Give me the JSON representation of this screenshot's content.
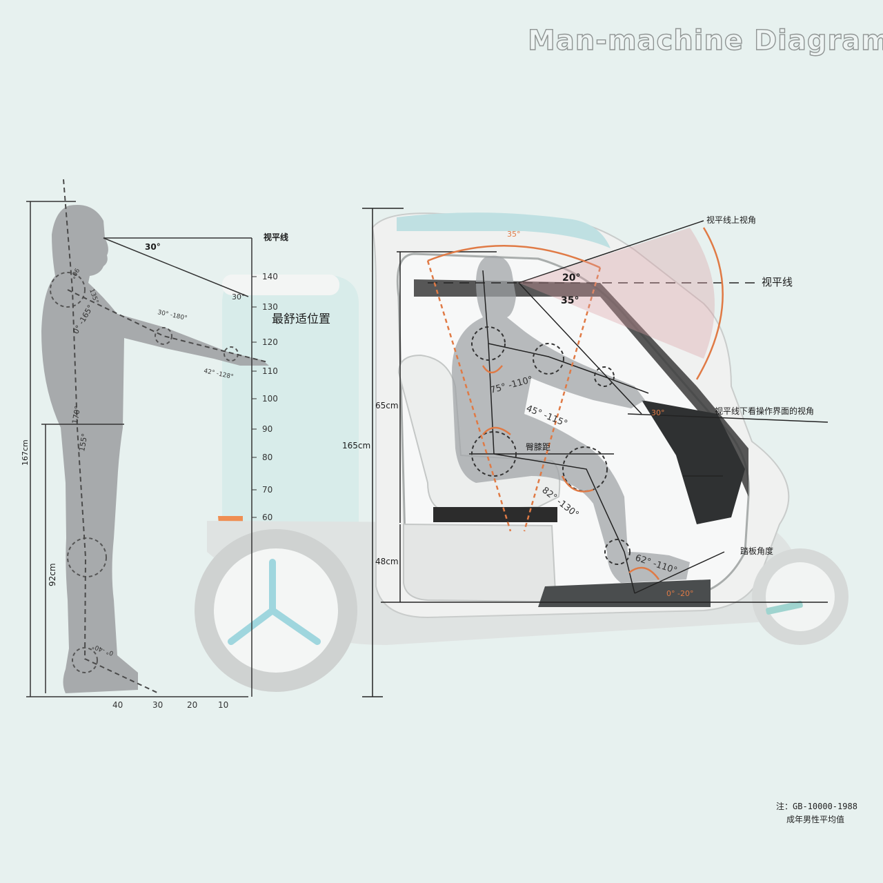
{
  "title": "Man-machine Diagram",
  "standing": {
    "eye_line_label": "视平线",
    "angle_top": "30°",
    "angle_small": "30°",
    "comfort_label": "最舒适位置",
    "height_total": "167cm",
    "height_leg": "92cm",
    "shoulder_angle": "0° -165°",
    "elbow_angle": "30° -180°",
    "wrist_angle": "42° -128°",
    "neck_angle": "135°",
    "head_angle": "90°",
    "hip_angle": "170°",
    "knee_angle": "155°",
    "ankle_angle": "0° -40°",
    "scale_ticks": [
      "140",
      "130",
      "120",
      "110",
      "100",
      "90",
      "80",
      "70",
      "60"
    ],
    "floor_ticks": [
      "40",
      "30",
      "20",
      "10"
    ]
  },
  "seated": {
    "upper_view_label": "视平线上视角",
    "eye_line_label": "视平线",
    "lower_view_label": "视平线下看操作界面的视角",
    "pedal_label": "踏板角度",
    "knee_dist_label": "臀膝距",
    "angle_35_top": "35°",
    "angle_20": "20°",
    "angle_35": "35°",
    "angle_30": "30°",
    "elbow_angle": "75° -110°",
    "hip_angle": "45° -115°",
    "knee_angle": "82° -130°",
    "ankle_angle": "62° -110°",
    "pedal_angle": "0° -20°",
    "height_65": "65cm",
    "height_165": "165cm",
    "height_48": "48cm"
  },
  "note": {
    "line1": "注：GB-10000-1988",
    "line2": "成年男性平均值"
  },
  "colors": {
    "background": "#e7f1ef",
    "figure": "#9d9fa2",
    "vehicle_body": "#f0f1f0",
    "accent": "#e07a45",
    "glass": "#cfe6e6"
  }
}
